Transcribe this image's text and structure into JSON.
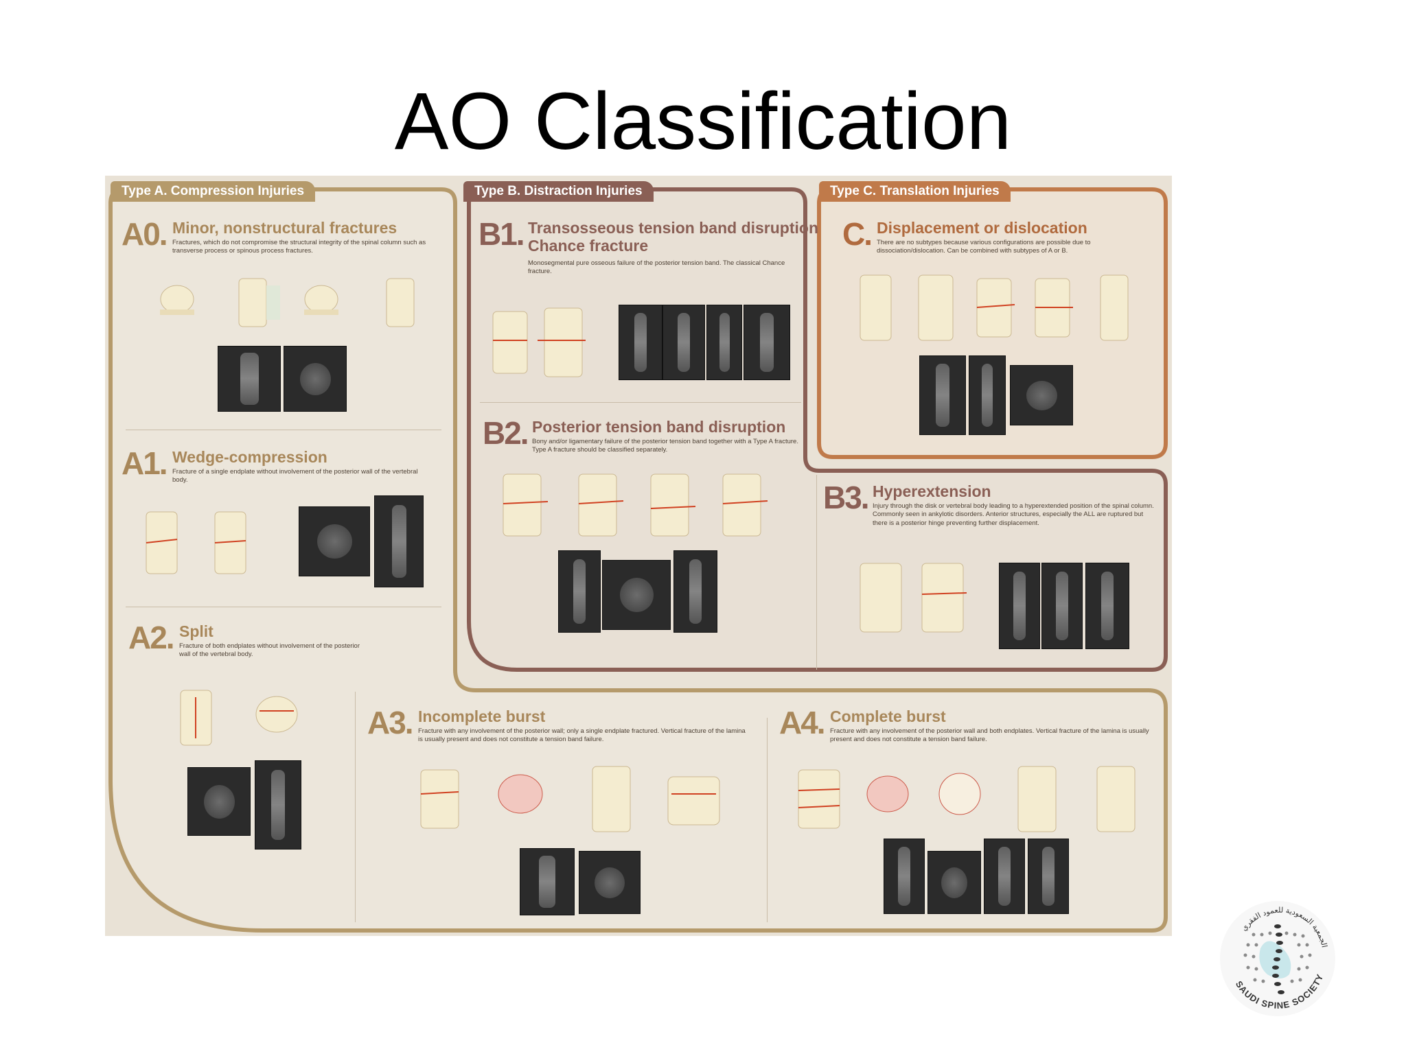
{
  "slide": {
    "title": "AO Classification"
  },
  "poster": {
    "groups": {
      "a": {
        "tab": "Type A. Compression Injuries"
      },
      "b": {
        "tab": "Type B. Distraction Injuries"
      },
      "c": {
        "tab": "Type C. Translation Injuries"
      }
    },
    "sections": {
      "a0": {
        "code": "A0.",
        "title": "Minor, nonstructural fractures",
        "desc": "Fractures, which do not compromise the structural integrity of the spinal column such as transverse process or spinous process fractures."
      },
      "a1": {
        "code": "A1.",
        "title": "Wedge-compression",
        "desc": "Fracture of a single endplate without involvement of the posterior wall of the vertebral body."
      },
      "a2": {
        "code": "A2.",
        "title": "Split",
        "desc": "Fracture of both endplates without involvement of the posterior wall of the vertebral body."
      },
      "a3": {
        "code": "A3.",
        "title": "Incomplete burst",
        "desc": "Fracture with any involvement of the posterior wall; only a single endplate fractured. Vertical fracture of the lamina is usually present and does not constitute a tension band failure."
      },
      "a4": {
        "code": "A4.",
        "title": "Complete burst",
        "desc": "Fracture with any involvement of the posterior wall and both endplates. Vertical fracture of the lamina is usually present and does not constitute a tension band failure."
      },
      "b1": {
        "code": "B1.",
        "title": "Transosseous tension band disruption",
        "title2": "Chance fracture",
        "desc": "Monosegmental pure osseous failure of the posterior tension band. The classical Chance fracture."
      },
      "b2": {
        "code": "B2.",
        "title": "Posterior tension band disruption",
        "desc": "Bony and/or ligamentary failure of the posterior tension band together with a Type A fracture. Type A fracture should be classified separately."
      },
      "b3": {
        "code": "B3.",
        "title": "Hyperextension",
        "desc": "Injury through the disk or vertebral body leading to a hyperextended position of the spinal column. Commonly seen in ankylotic disorders. Anterior structures, especially the ALL are ruptured but there is a posterior hinge preventing further displacement."
      },
      "c": {
        "code": "C.",
        "title": "Displacement or dislocation",
        "desc": "There are no subtypes because various configurations are possible due to dissociation/dislocation. Can be combined with subtypes of A or B."
      }
    }
  },
  "logo": {
    "text": "SAUDI SPINE SOCIETY",
    "arabic": "الجمعية السعودية للعمود الفقري"
  },
  "colors": {
    "a": "#a8875a",
    "b": "#8a5f55",
    "c": "#b06a3e",
    "poster_bg": "#e9e2d6"
  }
}
